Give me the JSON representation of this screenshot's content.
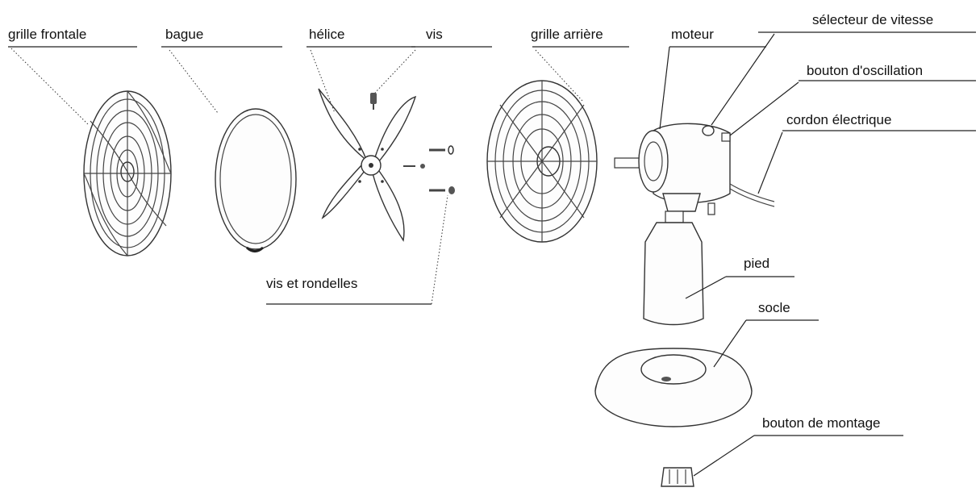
{
  "labels": {
    "front_grille": "grille frontale",
    "ring": "bague",
    "blade": "hélice",
    "screw": "vis",
    "rear_grille": "grille arrière",
    "motor": "moteur",
    "speed_selector": "sélecteur de vitesse",
    "oscillation_button": "bouton d'oscillation",
    "power_cord": "cordon électrique",
    "screws_washers": "vis et rondelles",
    "stand": "pied",
    "base": "socle",
    "mounting_knob": "bouton de montage"
  }
}
